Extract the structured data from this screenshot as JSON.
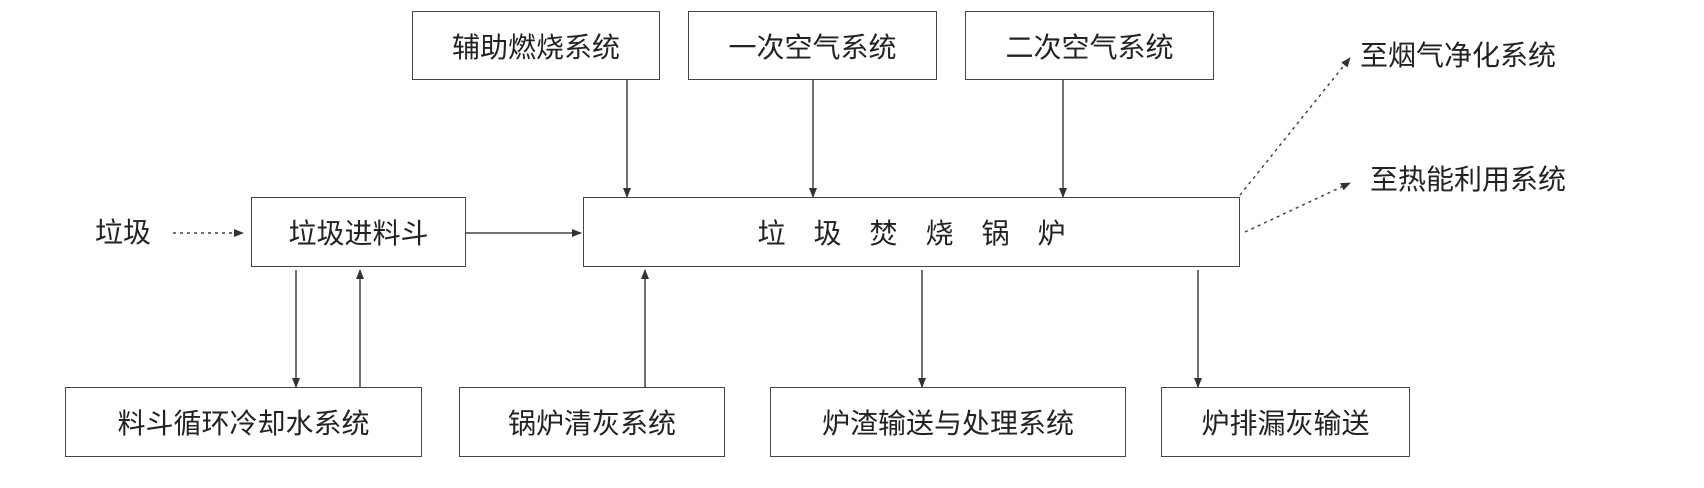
{
  "nodes": {
    "aux_combustion": "辅助燃烧系统",
    "primary_air": "一次空气系统",
    "secondary_air": "二次空气系统",
    "feed_hopper": "垃圾进料斗",
    "incinerator_boiler": "垃圾焚烧锅炉",
    "hopper_cooling": "料斗循环冷却水系统",
    "boiler_ash_cleaning": "锅炉清灰系统",
    "slag_handling": "炉渣输送与处理系统",
    "grate_ash": "炉排漏灰输送"
  },
  "labels": {
    "input_waste": "垃圾",
    "to_flue_gas": "至烟气净化系统",
    "to_heat_use": "至热能利用系统"
  },
  "edges": [
    {
      "from": "input_waste",
      "to": "feed_hopper",
      "style": "dotted"
    },
    {
      "from": "feed_hopper",
      "to": "incinerator_boiler",
      "style": "solid"
    },
    {
      "from": "aux_combustion",
      "to": "incinerator_boiler",
      "style": "solid"
    },
    {
      "from": "primary_air",
      "to": "incinerator_boiler",
      "style": "solid"
    },
    {
      "from": "secondary_air",
      "to": "incinerator_boiler",
      "style": "solid"
    },
    {
      "from": "feed_hopper",
      "to": "hopper_cooling",
      "style": "solid"
    },
    {
      "from": "hopper_cooling",
      "to": "feed_hopper",
      "style": "solid"
    },
    {
      "from": "boiler_ash_cleaning",
      "to": "incinerator_boiler",
      "style": "solid"
    },
    {
      "from": "incinerator_boiler",
      "to": "slag_handling",
      "style": "solid"
    },
    {
      "from": "incinerator_boiler",
      "to": "grate_ash",
      "style": "solid"
    },
    {
      "from": "incinerator_boiler",
      "to": "to_flue_gas",
      "style": "dotted"
    },
    {
      "from": "incinerator_boiler",
      "to": "to_heat_use",
      "style": "dotted"
    }
  ]
}
